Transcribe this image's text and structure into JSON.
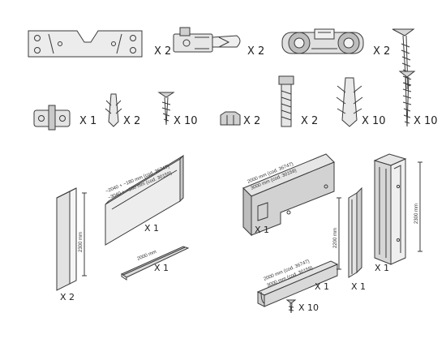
{
  "parts_sheet": {
    "hardware": [
      {
        "name": "hanger-plate",
        "qty": "X 2"
      },
      {
        "name": "end-stop-clip",
        "qty": "X 2"
      },
      {
        "name": "roller-carriage",
        "qty": "X 2"
      },
      {
        "name": "long-screw",
        "qty": ""
      },
      {
        "name": "small-bracket",
        "qty": "X 1"
      },
      {
        "name": "small-wall-plug",
        "qty": "X 2"
      },
      {
        "name": "wood-screw",
        "qty": "X 10"
      },
      {
        "name": "hex-nut",
        "qty": "X 2"
      },
      {
        "name": "hex-bolt",
        "qty": "X 2"
      },
      {
        "name": "large-wall-plug",
        "qty": "X 10"
      },
      {
        "name": "long-screw-count",
        "qty": "X 10"
      }
    ],
    "profiles": {
      "vertical_jamb": {
        "length": "2300 mm",
        "qty": "X 2"
      },
      "cover_panel": {
        "label_a": "~2040 + ~180 mm (cod. 36747)",
        "label_b": "~3040 + ~180 mm (cod. 30159)",
        "qty": "X 1"
      },
      "short_rail": {
        "length": "2000 mm",
        "qty": "X 1"
      },
      "box_rail": {
        "label_a": "2000 mm (cod. 36747)",
        "label_b": "3000 mm (cod. 30159)",
        "qty": "X 1"
      },
      "bottom_track": {
        "label_a": "2000 mm (cod. 36747)",
        "label_b": "3000 mm (cod. 30159)",
        "qty": "X 1",
        "screw_qty": "X 10"
      },
      "thin_post": {
        "length": "2200 mm",
        "qty": "X 1"
      },
      "column": {
        "length": "2300 mm",
        "qty": "X 1"
      }
    }
  }
}
